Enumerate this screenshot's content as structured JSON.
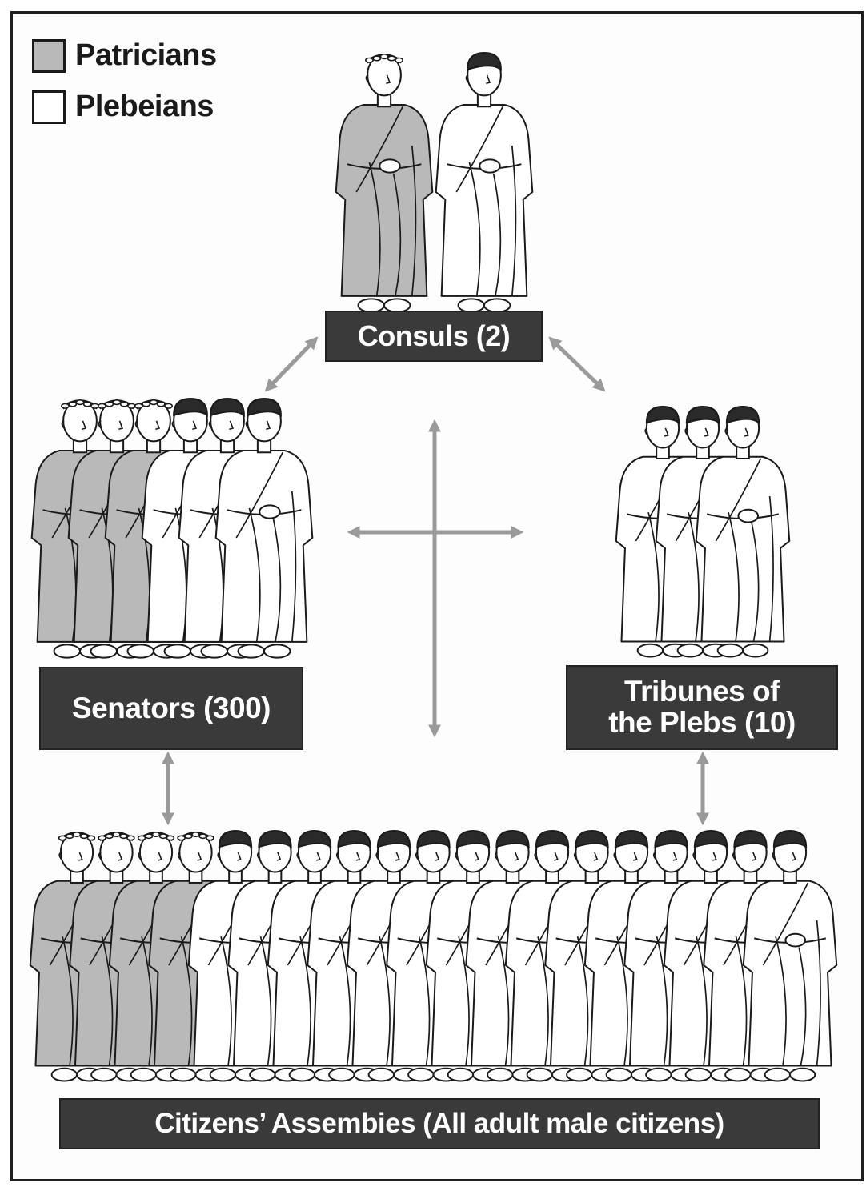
{
  "legend": {
    "patricians": {
      "label": "Patricians",
      "color": "#b9b9b9"
    },
    "plebeians": {
      "label": "Plebeians",
      "color": "#ffffff"
    }
  },
  "boxes": {
    "consuls": "Consuls (2)",
    "senators": "Senators (300)",
    "tribunes_line1": "Tribunes of",
    "tribunes_line2": "the Plebs (10)",
    "assemblies": "Citizens’ Assembies (All adult male citizens)"
  },
  "groups": {
    "consuls": {
      "patricians": 1,
      "plebeians": 1
    },
    "senators": {
      "patricians": 3,
      "plebeians": 3
    },
    "tribunes": {
      "patricians": 0,
      "plebeians": 3
    },
    "assemblies": {
      "patricians": 4,
      "plebeians": 15
    }
  },
  "colors": {
    "arrow": "#9a9a9a",
    "box": "#3a3a3a",
    "ink": "#1a1a1a"
  }
}
